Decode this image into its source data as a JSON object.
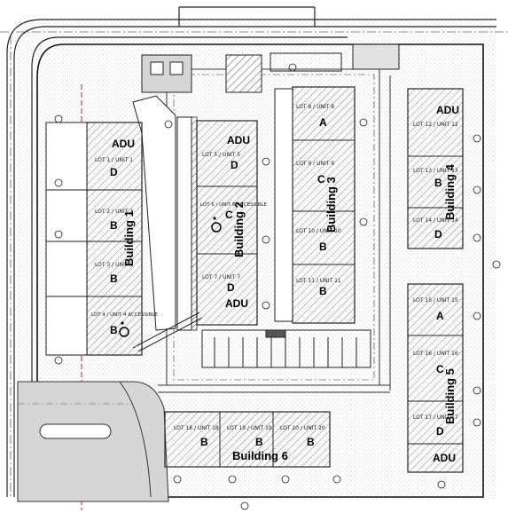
{
  "colors": {
    "hatch": "#8a8a8a",
    "outline": "#222222",
    "road_fill": "#d6d6d6",
    "stipple": "#f1f1f1",
    "axis_line": "#cc2222"
  },
  "buildings": [
    {
      "name": "Building 1",
      "units": [
        {
          "id": "b1-u1",
          "lot_text": "LOT 1 / UNIT 1",
          "type": "D",
          "adu": "ADU"
        },
        {
          "id": "b1-u2",
          "lot_text": "LOT 2 / UNIT 2",
          "type": "B"
        },
        {
          "id": "b1-u3",
          "lot_text": "LOT 3 / UNIT 3",
          "type": "B"
        },
        {
          "id": "b1-u4",
          "lot_text": "LOT 4 / UNIT 4 ACCESSIBLE",
          "type": "B",
          "accessible": true
        }
      ]
    },
    {
      "name": "Building 2",
      "units": [
        {
          "id": "b2-u1",
          "lot_text": "LOT 5 / UNIT 5",
          "type": "D",
          "adu": "ADU"
        },
        {
          "id": "b2-u2",
          "lot_text": "LOT 6 / UNIT 6 ACCESSIBLE",
          "type": "C",
          "accessible": true
        },
        {
          "id": "b2-u3",
          "lot_text": "LOT 7 / UNIT 7",
          "type": "D",
          "adu": "ADU"
        }
      ]
    },
    {
      "name": "Building 3",
      "units": [
        {
          "id": "b3-u1",
          "lot_text": "LOT 8 / UNIT 8",
          "type": "A"
        },
        {
          "id": "b3-u2",
          "lot_text": "LOT 9 / UNIT 9",
          "type": "C"
        },
        {
          "id": "b3-u3",
          "lot_text": "LOT 10 / UNIT 10",
          "type": "B"
        },
        {
          "id": "b3-u4",
          "lot_text": "LOT 11 / UNIT 11",
          "type": "B"
        }
      ]
    },
    {
      "name": "Building 4",
      "units": [
        {
          "id": "b4-u1",
          "lot_text": "LOT 12 / UNIT 12",
          "type": "",
          "adu": "ADU"
        },
        {
          "id": "b4-u2",
          "lot_text": "LOT 13 / UNIT 13",
          "type": "B"
        },
        {
          "id": "b4-u3",
          "lot_text": "LOT 14 / UNIT 14",
          "type": "D"
        }
      ]
    },
    {
      "name": "Building 5",
      "units": [
        {
          "id": "b5-u1",
          "lot_text": "LOT 15 / UNIT 15",
          "type": "A"
        },
        {
          "id": "b5-u2",
          "lot_text": "LOT 16 / UNIT 16",
          "type": "C"
        },
        {
          "id": "b5-u3",
          "lot_text": "LOT 17 / UNIT 17",
          "type": "D",
          "adu": "ADU"
        }
      ]
    },
    {
      "name": "Building 6",
      "units": [
        {
          "id": "b6-u1",
          "lot_text": "LOT 18 / UNIT 18",
          "type": "B"
        },
        {
          "id": "b6-u2",
          "lot_text": "LOT 19 / UNIT 19",
          "type": "B"
        },
        {
          "id": "b6-u3",
          "lot_text": "LOT 20 / UNIT 20",
          "type": "B"
        }
      ]
    }
  ]
}
